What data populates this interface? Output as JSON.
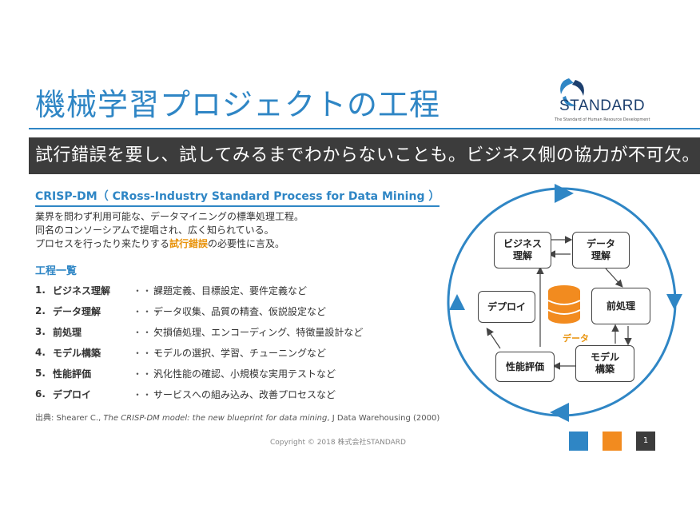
{
  "title": "機械学習プロジェクトの工程",
  "logo": {
    "name": "STANDARD",
    "tagline": "The Standard of Human Resource Development"
  },
  "banner": "試行錯誤を要し、試してみるまでわからないことも。ビジネス側の協力が不可欠。",
  "crisp_heading": "CRISP-DM（ CRoss-Industry Standard Process for Data Mining ）",
  "description": {
    "line1": "業界を問わず利用可能な、データマイニングの標準処理工程。",
    "line2": "同名のコンソーシアムで提唱され、広く知られている。",
    "line3_before": "プロセスを行ったり来たりする",
    "line3_highlight": "試行錯誤",
    "line3_after": "の必要性に言及。"
  },
  "steps_title": "工程一覧",
  "steps": [
    {
      "num": "1.",
      "name": "ビジネス理解",
      "dots": "・・・",
      "desc": "課題定義、目標設定、要件定義など"
    },
    {
      "num": "2.",
      "name": "データ理解",
      "dots": "・・・",
      "desc": "データ収集、品質の精査、仮説設定など"
    },
    {
      "num": "3.",
      "name": "前処理",
      "dots": "・・・",
      "desc": "欠損値処理、エンコーディング、特徴量設計など"
    },
    {
      "num": "4.",
      "name": "モデル構築",
      "dots": "・・・",
      "desc": "モデルの選択、学習、チューニングなど"
    },
    {
      "num": "5.",
      "name": "性能評価",
      "dots": "・・・",
      "desc": "汎化性能の確認、小規模な実用テストなど"
    },
    {
      "num": "6.",
      "name": "デプロイ",
      "dots": "・・・",
      "desc": "サービスへの組み込み、改善プロセスなど"
    }
  ],
  "source": {
    "prefix": "出典: Shearer C., ",
    "italic": "The CRISP-DM model: the new blueprint for data mining",
    "suffix": ", J Data Warehousing (2000)"
  },
  "copyright": "Copyright © 2018 株式会社STANDARD",
  "page_number": "1",
  "diagram": {
    "business": "ビジネス\n理解",
    "data_understanding": "データ\n理解",
    "preprocessing": "前処理",
    "modeling": "モデル\n構築",
    "evaluation": "性能評価",
    "deploy": "デプロイ",
    "data_center": "データ"
  },
  "colors": {
    "accent_blue": "#2f86c5",
    "accent_orange": "#f28b1f",
    "dark": "#3c3c3c"
  }
}
